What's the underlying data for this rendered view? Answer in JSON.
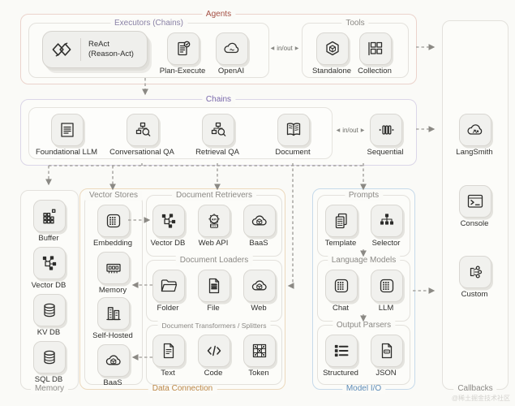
{
  "watermark": "@稀土掘金技术社区",
  "glyphs": {
    "arrow_left": "◀",
    "arrow_right": "▶"
  },
  "connector_labels": {
    "inout_top": "in/out",
    "inout_chains": "in/out"
  },
  "colors": {
    "agents_accent": "#a34e42",
    "chains_accent": "#7968ab",
    "data_connection_accent": "#bc8746",
    "model_io_accent": "#5d8cb8",
    "group_gray": "#8b8985",
    "connector": "#8b8984"
  },
  "groups": {
    "agents": {
      "title": "Agents"
    },
    "executors": {
      "title": "Executors (Chains)",
      "react": {
        "line1": "ReAct",
        "line2": "(Reason-Act)",
        "icon": "react-diamonds-icon"
      },
      "items": [
        {
          "label": "Plan-Execute",
          "icon": "plan-execute-icon"
        },
        {
          "label": "OpenAI",
          "icon": "openai-cloud-icon"
        }
      ]
    },
    "tools": {
      "title": "Tools",
      "items": [
        {
          "label": "Standalone",
          "icon": "hexagon-box-icon"
        },
        {
          "label": "Collection",
          "icon": "grid-squares-icon"
        }
      ]
    },
    "chains": {
      "title": "Chains",
      "items": [
        {
          "label": "Foundational LLM",
          "icon": "document-lines-icon"
        },
        {
          "label": "Conversational QA",
          "icon": "flow-search-icon"
        },
        {
          "label": "Retrieval QA",
          "icon": "flow-search-icon"
        },
        {
          "label": "Document",
          "icon": "open-book-icon"
        }
      ],
      "sequential": {
        "label": "Sequential",
        "icon": "pipeline-icon"
      }
    },
    "memory": {
      "title": "Memory",
      "items": [
        {
          "label": "Buffer",
          "icon": "buffer-grid-icon"
        },
        {
          "label": "Vector DB",
          "icon": "vector-nodes-icon"
        },
        {
          "label": "KV DB",
          "icon": "database-icon"
        },
        {
          "label": "SQL DB",
          "icon": "database-icon"
        }
      ]
    },
    "data_connection": {
      "title": "Data Connection"
    },
    "vector_stores": {
      "title": "Vector Stores",
      "items": [
        {
          "label": "Embedding",
          "icon": "dot-matrix-icon"
        },
        {
          "label": "Memory",
          "icon": "ram-chip-icon"
        },
        {
          "label": "Self-Hosted",
          "icon": "building-icon"
        },
        {
          "label": "BaaS",
          "icon": "cloud-cube-icon"
        }
      ]
    },
    "document_retrievers": {
      "title": "Document Retrievers",
      "items": [
        {
          "label": "Vector DB",
          "icon": "vector-nodes-icon"
        },
        {
          "label": "Web API",
          "icon": "api-gear-icon"
        },
        {
          "label": "BaaS",
          "icon": "cloud-cube-icon"
        }
      ]
    },
    "document_loaders": {
      "title": "Document Loaders",
      "items": [
        {
          "label": "Folder",
          "icon": "folder-icon"
        },
        {
          "label": "File",
          "icon": "file-icon"
        },
        {
          "label": "Web",
          "icon": "cloud-cube-icon"
        }
      ]
    },
    "document_transformers": {
      "title": "Document Transformers / Splitters",
      "items": [
        {
          "label": "Text",
          "icon": "file-text-icon"
        },
        {
          "label": "Code",
          "icon": "code-icon"
        },
        {
          "label": "Token",
          "icon": "token-grid-icon"
        }
      ]
    },
    "model_io": {
      "title": "Model I/O"
    },
    "prompts": {
      "title": "Prompts",
      "items": [
        {
          "label": "Template",
          "icon": "template-doc-icon"
        },
        {
          "label": "Selector",
          "icon": "tree-icon"
        }
      ]
    },
    "language_models": {
      "title": "Language Models",
      "items": [
        {
          "label": "Chat",
          "icon": "dot-matrix-icon"
        },
        {
          "label": "LLM",
          "icon": "dot-matrix-icon"
        }
      ]
    },
    "output_parsers": {
      "title": "Output Parsers",
      "items": [
        {
          "label": "Structured",
          "icon": "list-icon"
        },
        {
          "label": "JSON",
          "icon": "json-file-icon"
        }
      ]
    },
    "callbacks": {
      "title": "Callbacks",
      "items": [
        {
          "label": "LangSmith",
          "icon": "cloud-arrows-icon"
        },
        {
          "label": "Console",
          "icon": "terminal-icon"
        },
        {
          "label": "Custom",
          "icon": "share-nodes-icon"
        }
      ]
    }
  }
}
